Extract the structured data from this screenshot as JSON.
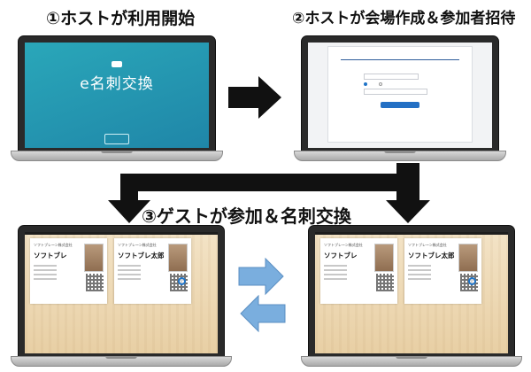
{
  "steps": {
    "step1_title": "①ホストが利用開始",
    "step2_title": "②ホストが会場作成＆参加者招待",
    "step3_title": "③ゲストが参加＆名刺交換"
  },
  "screen1": {
    "brand": "e名刺交換"
  },
  "cards": {
    "host_company": "ソフトブレーン株式会社",
    "host_name": "ソフトブレ",
    "guest_company": "ソフトブレーン株式会社",
    "guest_name": "ソフトブレ太郎"
  },
  "colors": {
    "screen1_bg": "#1f86a8",
    "accent_blue": "#2470c4",
    "arrow_black": "#111111",
    "arrow_blue": "#7aaede"
  }
}
